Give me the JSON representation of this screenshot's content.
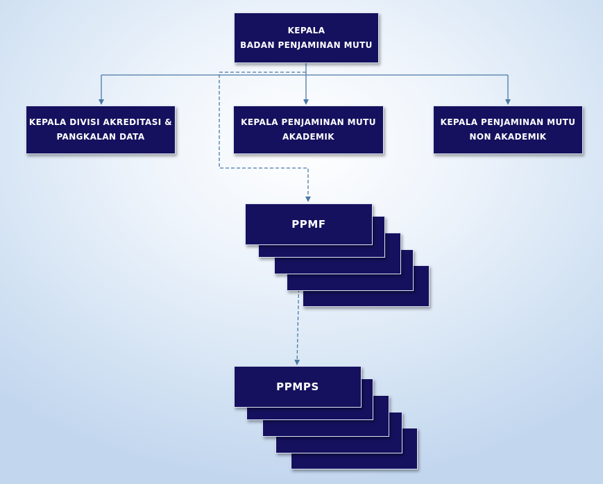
{
  "head": {
    "line1": "KEPALA",
    "line2": "BADAN PENJAMINAN MUTU"
  },
  "divisions": [
    {
      "line1": "KEPALA DIVISI AKREDITASI &",
      "line2": "PANGKALAN DATA"
    },
    {
      "line1": "KEPALA PENJAMINAN MUTU",
      "line2": "AKADEMIK"
    },
    {
      "line1": "KEPALA PENJAMINAN MUTU",
      "line2": "NON AKADEMIK"
    }
  ],
  "stacks": [
    {
      "label": "PPMF"
    },
    {
      "label": "PPMPS"
    }
  ],
  "colors": {
    "box_fill": "#15115e",
    "box_text": "#ffffff",
    "connector": "#4a78a6"
  }
}
